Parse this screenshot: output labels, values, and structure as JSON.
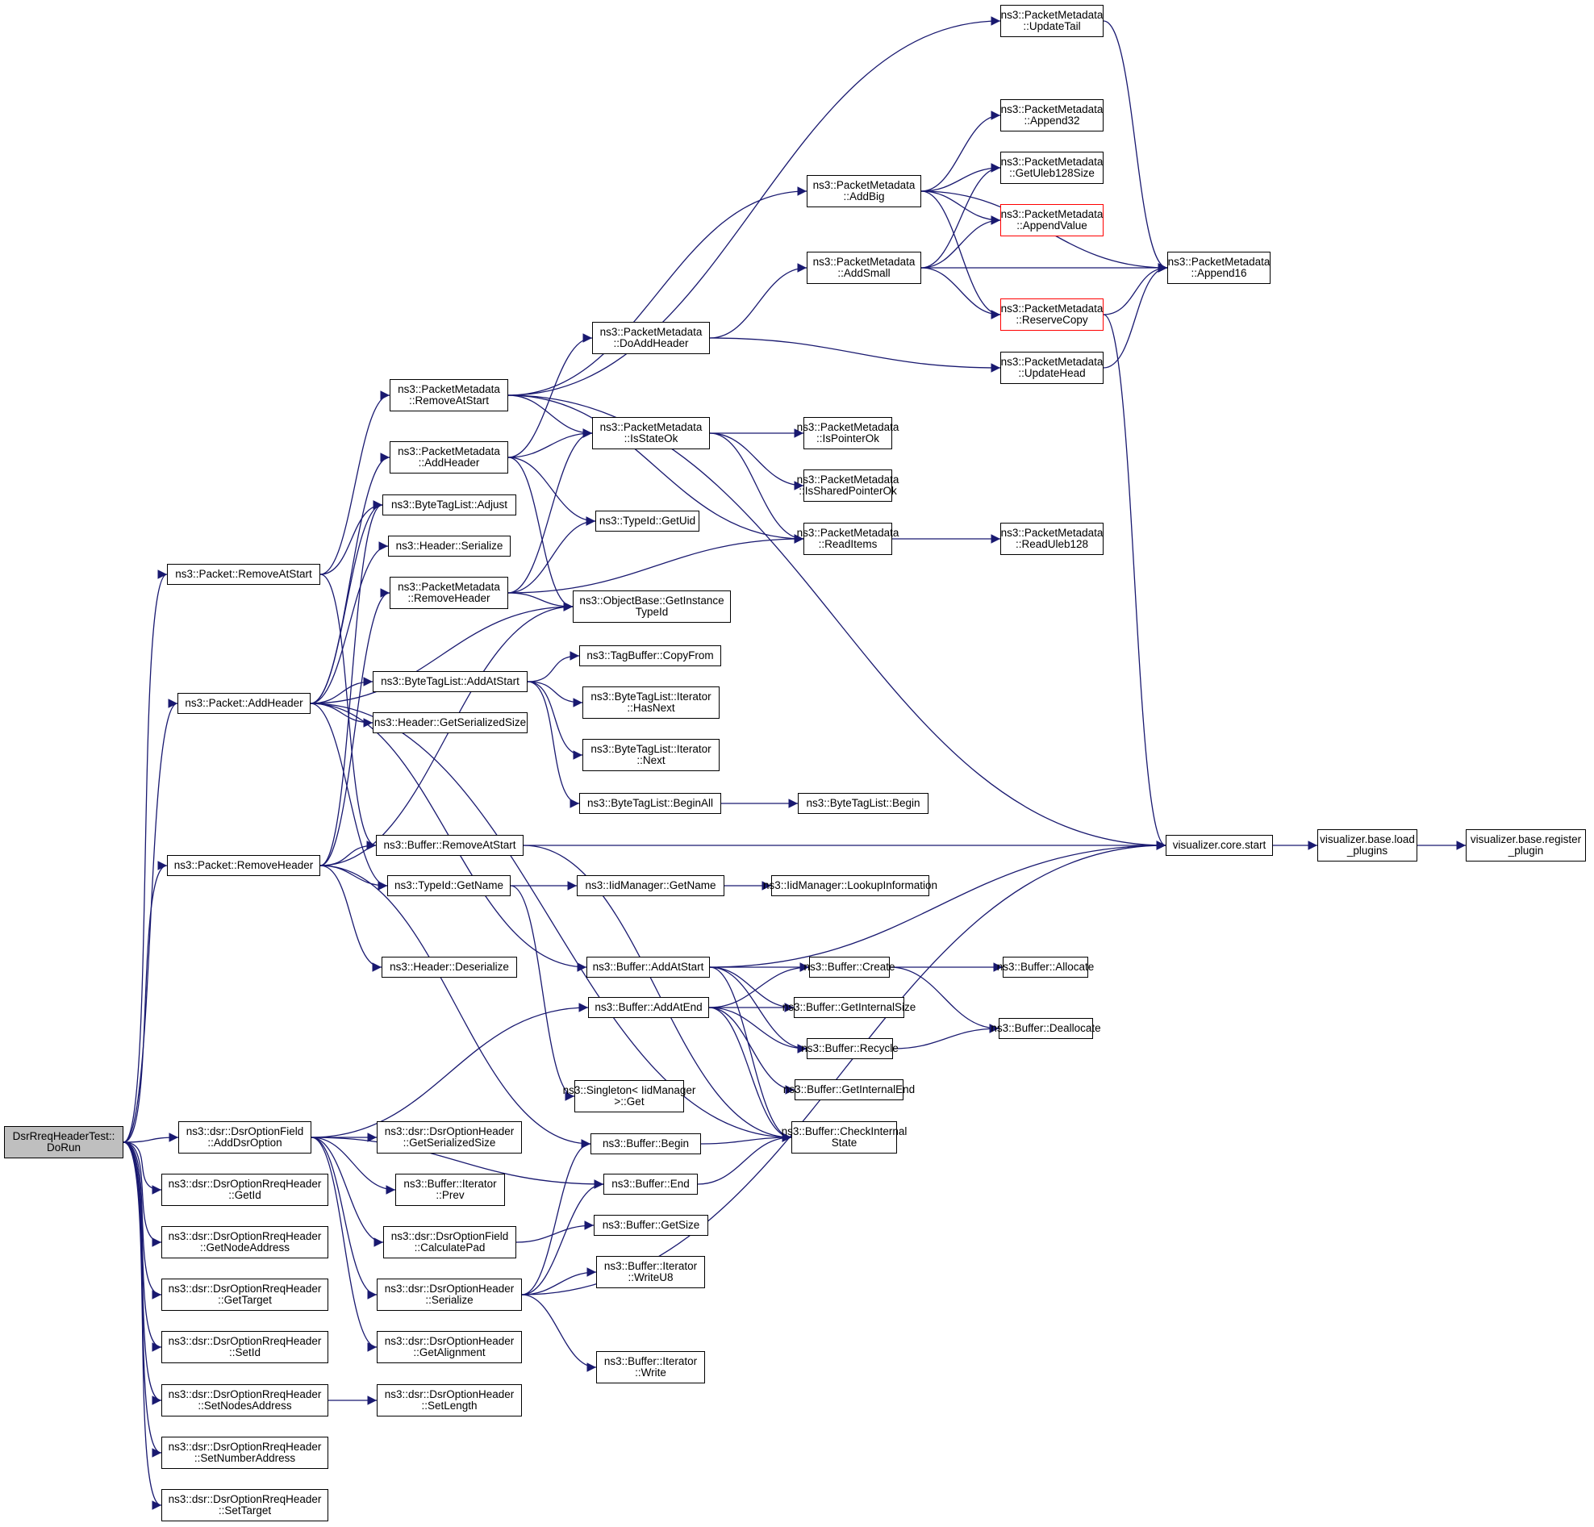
{
  "title": "DsrRreqHeaderTest::DoRun call graph",
  "colors": {
    "edge": "#191970",
    "node_border": "#000000",
    "truncated_border": "#ff0000",
    "root_fill": "#bfbfbf"
  },
  "nodes": [
    {
      "id": "root",
      "lines": [
        "DsrRreqHeaderTest::",
        "DoRun"
      ],
      "style": "root"
    },
    {
      "id": "pkt_rmstart",
      "lines": [
        "ns3::Packet::RemoveAtStart"
      ]
    },
    {
      "id": "pkt_addhdr",
      "lines": [
        "ns3::Packet::AddHeader"
      ]
    },
    {
      "id": "pkt_rmhdr",
      "lines": [
        "ns3::Packet::RemoveHeader"
      ]
    },
    {
      "id": "adddsr",
      "lines": [
        "ns3::dsr::DsrOptionField",
        "::AddDsrOption"
      ]
    },
    {
      "id": "getid",
      "lines": [
        "ns3::dsr::DsrOptionRreqHeader",
        "::GetId"
      ]
    },
    {
      "id": "getnode",
      "lines": [
        "ns3::dsr::DsrOptionRreqHeader",
        "::GetNodeAddress"
      ]
    },
    {
      "id": "gettarget",
      "lines": [
        "ns3::dsr::DsrOptionRreqHeader",
        "::GetTarget"
      ]
    },
    {
      "id": "setid",
      "lines": [
        "ns3::dsr::DsrOptionRreqHeader",
        "::SetId"
      ]
    },
    {
      "id": "setnodes",
      "lines": [
        "ns3::dsr::DsrOptionRreqHeader",
        "::SetNodesAddress"
      ]
    },
    {
      "id": "setnumber",
      "lines": [
        "ns3::dsr::DsrOptionRreqHeader",
        "::SetNumberAddress"
      ]
    },
    {
      "id": "settarget",
      "lines": [
        "ns3::dsr::DsrOptionRreqHeader",
        "::SetTarget"
      ]
    },
    {
      "id": "pm_rmstart",
      "lines": [
        "ns3::PacketMetadata",
        "::RemoveAtStart"
      ]
    },
    {
      "id": "pm_addhdr",
      "lines": [
        "ns3::PacketMetadata",
        "::AddHeader"
      ]
    },
    {
      "id": "btl_adjust",
      "lines": [
        "ns3::ByteTagList::Adjust"
      ]
    },
    {
      "id": "hdr_ser",
      "lines": [
        "ns3::Header::Serialize"
      ]
    },
    {
      "id": "pm_rmhdr",
      "lines": [
        "ns3::PacketMetadata",
        "::RemoveHeader"
      ]
    },
    {
      "id": "btl_addstart",
      "lines": [
        "ns3::ByteTagList::AddAtStart"
      ]
    },
    {
      "id": "hdr_size",
      "lines": [
        "ns3::Header::GetSerializedSize"
      ]
    },
    {
      "id": "buf_rmstart",
      "lines": [
        "ns3::Buffer::RemoveAtStart"
      ]
    },
    {
      "id": "tid_getname",
      "lines": [
        "ns3::TypeId::GetName"
      ]
    },
    {
      "id": "hdr_deser",
      "lines": [
        "ns3::Header::Deserialize"
      ]
    },
    {
      "id": "dsrh_size",
      "lines": [
        "ns3::dsr::DsrOptionHeader",
        "::GetSerializedSize"
      ]
    },
    {
      "id": "it_prev",
      "lines": [
        "ns3::Buffer::Iterator",
        "::Prev"
      ]
    },
    {
      "id": "calcpad",
      "lines": [
        "ns3::dsr::DsrOptionField",
        "::CalculatePad"
      ]
    },
    {
      "id": "dsrh_ser",
      "lines": [
        "ns3::dsr::DsrOptionHeader",
        "::Serialize"
      ]
    },
    {
      "id": "dsrh_align",
      "lines": [
        "ns3::dsr::DsrOptionHeader",
        "::GetAlignment"
      ]
    },
    {
      "id": "dsrh_setlen",
      "lines": [
        "ns3::dsr::DsrOptionHeader",
        "::SetLength"
      ]
    },
    {
      "id": "pm_doadd",
      "lines": [
        "ns3::PacketMetadata",
        "::DoAddHeader"
      ]
    },
    {
      "id": "pm_stateok",
      "lines": [
        "ns3::PacketMetadata",
        "::IsStateOk"
      ]
    },
    {
      "id": "tid_getuid",
      "lines": [
        "ns3::TypeId::GetUid"
      ]
    },
    {
      "id": "ob_gettid",
      "lines": [
        "ns3::ObjectBase::GetInstance",
        "TypeId"
      ]
    },
    {
      "id": "tb_copy",
      "lines": [
        "ns3::TagBuffer::CopyFrom"
      ]
    },
    {
      "id": "btl_hasnext",
      "lines": [
        "ns3::ByteTagList::Iterator",
        "::HasNext"
      ]
    },
    {
      "id": "btl_next",
      "lines": [
        "ns3::ByteTagList::Iterator",
        "::Next"
      ]
    },
    {
      "id": "btl_beginall",
      "lines": [
        "ns3::ByteTagList::BeginAll"
      ]
    },
    {
      "id": "iid_getname",
      "lines": [
        "ns3::IidManager::GetName"
      ]
    },
    {
      "id": "buf_addstart",
      "lines": [
        "ns3::Buffer::AddAtStart"
      ]
    },
    {
      "id": "buf_addend",
      "lines": [
        "ns3::Buffer::AddAtEnd"
      ]
    },
    {
      "id": "singleton",
      "lines": [
        "ns3::Singleton< IidManager",
        ">::Get"
      ]
    },
    {
      "id": "buf_begin",
      "lines": [
        "ns3::Buffer::Begin"
      ]
    },
    {
      "id": "buf_end",
      "lines": [
        "ns3::Buffer::End"
      ]
    },
    {
      "id": "buf_getsize",
      "lines": [
        "ns3::Buffer::GetSize"
      ]
    },
    {
      "id": "it_writeu8",
      "lines": [
        "ns3::Buffer::Iterator",
        "::WriteU8"
      ]
    },
    {
      "id": "it_write",
      "lines": [
        "ns3::Buffer::Iterator",
        "::Write"
      ]
    },
    {
      "id": "pm_addbig",
      "lines": [
        "ns3::PacketMetadata",
        "::AddBig"
      ]
    },
    {
      "id": "pm_addsmall",
      "lines": [
        "ns3::PacketMetadata",
        "::AddSmall"
      ]
    },
    {
      "id": "pm_ptrok",
      "lines": [
        "ns3::PacketMetadata",
        "::IsPointerOk"
      ]
    },
    {
      "id": "pm_sharedok",
      "lines": [
        "ns3::PacketMetadata",
        "::IsSharedPointerOk"
      ]
    },
    {
      "id": "pm_readitems",
      "lines": [
        "ns3::PacketMetadata",
        "::ReadItems"
      ]
    },
    {
      "id": "btl_begin",
      "lines": [
        "ns3::ByteTagList::Begin"
      ]
    },
    {
      "id": "iid_lookup",
      "lines": [
        "ns3::IidManager::LookupInformation"
      ]
    },
    {
      "id": "buf_create",
      "lines": [
        "ns3::Buffer::Create"
      ]
    },
    {
      "id": "buf_intsize",
      "lines": [
        "ns3::Buffer::GetInternalSize"
      ]
    },
    {
      "id": "buf_recycle",
      "lines": [
        "ns3::Buffer::Recycle"
      ]
    },
    {
      "id": "buf_intend",
      "lines": [
        "ns3::Buffer::GetInternalEnd"
      ]
    },
    {
      "id": "buf_check",
      "lines": [
        "ns3::Buffer::CheckInternal",
        "State"
      ]
    },
    {
      "id": "pm_updtail",
      "lines": [
        "ns3::PacketMetadata",
        "::UpdateTail"
      ]
    },
    {
      "id": "pm_app32",
      "lines": [
        "ns3::PacketMetadata",
        "::Append32"
      ]
    },
    {
      "id": "pm_uleb",
      "lines": [
        "ns3::PacketMetadata",
        "::GetUleb128Size"
      ]
    },
    {
      "id": "pm_appval",
      "lines": [
        "ns3::PacketMetadata",
        "::AppendValue"
      ],
      "style": "red"
    },
    {
      "id": "pm_reserve",
      "lines": [
        "ns3::PacketMetadata",
        "::ReserveCopy"
      ],
      "style": "red"
    },
    {
      "id": "pm_updhead",
      "lines": [
        "ns3::PacketMetadata",
        "::UpdateHead"
      ]
    },
    {
      "id": "pm_readuleb",
      "lines": [
        "ns3::PacketMetadata",
        "::ReadUleb128"
      ]
    },
    {
      "id": "buf_alloc",
      "lines": [
        "ns3::Buffer::Allocate"
      ]
    },
    {
      "id": "buf_dealloc",
      "lines": [
        "ns3::Buffer::Deallocate"
      ]
    },
    {
      "id": "pm_app16",
      "lines": [
        "ns3::PacketMetadata",
        "::Append16"
      ]
    },
    {
      "id": "vis_start",
      "lines": [
        "visualizer.core.start"
      ]
    },
    {
      "id": "vis_load",
      "lines": [
        "visualizer.base.load",
        "_plugins"
      ]
    },
    {
      "id": "vis_reg",
      "lines": [
        "visualizer.base.register",
        "_plugin"
      ]
    }
  ],
  "edges": [
    [
      "root",
      "pkt_rmstart"
    ],
    [
      "root",
      "pkt_addhdr"
    ],
    [
      "root",
      "pkt_rmhdr"
    ],
    [
      "root",
      "adddsr"
    ],
    [
      "root",
      "getid"
    ],
    [
      "root",
      "getnode"
    ],
    [
      "root",
      "gettarget"
    ],
    [
      "root",
      "setid"
    ],
    [
      "root",
      "setnodes"
    ],
    [
      "root",
      "setnumber"
    ],
    [
      "root",
      "settarget"
    ],
    [
      "pkt_rmstart",
      "pm_rmstart"
    ],
    [
      "pkt_rmstart",
      "btl_adjust"
    ],
    [
      "pkt_rmstart",
      "buf_rmstart"
    ],
    [
      "pkt_addhdr",
      "pm_addhdr"
    ],
    [
      "pkt_addhdr",
      "btl_adjust"
    ],
    [
      "pkt_addhdr",
      "hdr_ser"
    ],
    [
      "pkt_addhdr",
      "btl_addstart"
    ],
    [
      "pkt_addhdr",
      "hdr_size"
    ],
    [
      "pkt_addhdr",
      "ob_gettid"
    ],
    [
      "pkt_addhdr",
      "tid_getname"
    ],
    [
      "pkt_addhdr",
      "buf_addstart"
    ],
    [
      "pkt_addhdr",
      "buf_check"
    ],
    [
      "pkt_rmhdr",
      "pm_rmhdr"
    ],
    [
      "pkt_rmhdr",
      "btl_adjust"
    ],
    [
      "pkt_rmhdr",
      "buf_rmstart"
    ],
    [
      "pkt_rmhdr",
      "tid_getname"
    ],
    [
      "pkt_rmhdr",
      "hdr_deser"
    ],
    [
      "pkt_rmhdr",
      "ob_gettid"
    ],
    [
      "pkt_rmhdr",
      "buf_begin"
    ],
    [
      "adddsr",
      "dsrh_size"
    ],
    [
      "adddsr",
      "it_prev"
    ],
    [
      "adddsr",
      "calcpad"
    ],
    [
      "adddsr",
      "dsrh_ser"
    ],
    [
      "adddsr",
      "dsrh_align"
    ],
    [
      "adddsr",
      "buf_addend"
    ],
    [
      "adddsr",
      "buf_end"
    ],
    [
      "setnodes",
      "dsrh_setlen"
    ],
    [
      "pm_rmstart",
      "pm_updtail"
    ],
    [
      "pm_rmstart",
      "pm_addbig"
    ],
    [
      "pm_rmstart",
      "pm_stateok"
    ],
    [
      "pm_rmstart",
      "pm_readitems"
    ],
    [
      "pm_rmstart",
      "vis_start"
    ],
    [
      "pm_addhdr",
      "pm_doadd"
    ],
    [
      "pm_addhdr",
      "pm_stateok"
    ],
    [
      "pm_addhdr",
      "tid_getuid"
    ],
    [
      "pm_addhdr",
      "ob_gettid"
    ],
    [
      "pm_rmhdr",
      "pm_stateok"
    ],
    [
      "pm_rmhdr",
      "tid_getuid"
    ],
    [
      "pm_rmhdr",
      "pm_readitems"
    ],
    [
      "pm_rmhdr",
      "ob_gettid"
    ],
    [
      "btl_addstart",
      "tb_copy"
    ],
    [
      "btl_addstart",
      "btl_hasnext"
    ],
    [
      "btl_addstart",
      "btl_next"
    ],
    [
      "btl_addstart",
      "btl_beginall"
    ],
    [
      "btl_beginall",
      "btl_begin"
    ],
    [
      "buf_rmstart",
      "vis_start"
    ],
    [
      "buf_rmstart",
      "buf_check"
    ],
    [
      "tid_getname",
      "iid_getname"
    ],
    [
      "tid_getname",
      "singleton"
    ],
    [
      "iid_getname",
      "iid_lookup"
    ],
    [
      "calcpad",
      "buf_getsize"
    ],
    [
      "dsrh_ser",
      "buf_begin"
    ],
    [
      "dsrh_ser",
      "buf_end"
    ],
    [
      "dsrh_ser",
      "it_writeu8"
    ],
    [
      "dsrh_ser",
      "it_write"
    ],
    [
      "dsrh_ser",
      "vis_start"
    ],
    [
      "pm_doadd",
      "pm_addsmall"
    ],
    [
      "pm_doadd",
      "pm_updhead"
    ],
    [
      "pm_stateok",
      "pm_ptrok"
    ],
    [
      "pm_stateok",
      "pm_sharedok"
    ],
    [
      "pm_stateok",
      "pm_readitems"
    ],
    [
      "pm_readitems",
      "pm_readuleb"
    ],
    [
      "pm_addbig",
      "pm_app32"
    ],
    [
      "pm_addbig",
      "pm_uleb"
    ],
    [
      "pm_addbig",
      "pm_appval"
    ],
    [
      "pm_addbig",
      "pm_reserve"
    ],
    [
      "pm_addbig",
      "pm_app16"
    ],
    [
      "pm_addsmall",
      "pm_uleb"
    ],
    [
      "pm_addsmall",
      "pm_appval"
    ],
    [
      "pm_addsmall",
      "pm_app16"
    ],
    [
      "pm_addsmall",
      "pm_reserve"
    ],
    [
      "pm_updtail",
      "pm_app16"
    ],
    [
      "pm_updhead",
      "pm_app16"
    ],
    [
      "pm_reserve",
      "pm_app16"
    ],
    [
      "pm_reserve",
      "vis_start"
    ],
    [
      "buf_addstart",
      "buf_create"
    ],
    [
      "buf_addstart",
      "buf_intsize"
    ],
    [
      "buf_addstart",
      "buf_recycle"
    ],
    [
      "buf_addstart",
      "buf_check"
    ],
    [
      "buf_addstart",
      "vis_start"
    ],
    [
      "buf_addend",
      "buf_create"
    ],
    [
      "buf_addend",
      "buf_intsize"
    ],
    [
      "buf_addend",
      "buf_recycle"
    ],
    [
      "buf_addend",
      "buf_intend"
    ],
    [
      "buf_addend",
      "buf_check"
    ],
    [
      "buf_create",
      "buf_alloc"
    ],
    [
      "buf_create",
      "buf_dealloc"
    ],
    [
      "buf_recycle",
      "buf_dealloc"
    ],
    [
      "buf_begin",
      "buf_check"
    ],
    [
      "buf_end",
      "buf_check"
    ],
    [
      "vis_start",
      "vis_load"
    ],
    [
      "vis_load",
      "vis_reg"
    ]
  ]
}
